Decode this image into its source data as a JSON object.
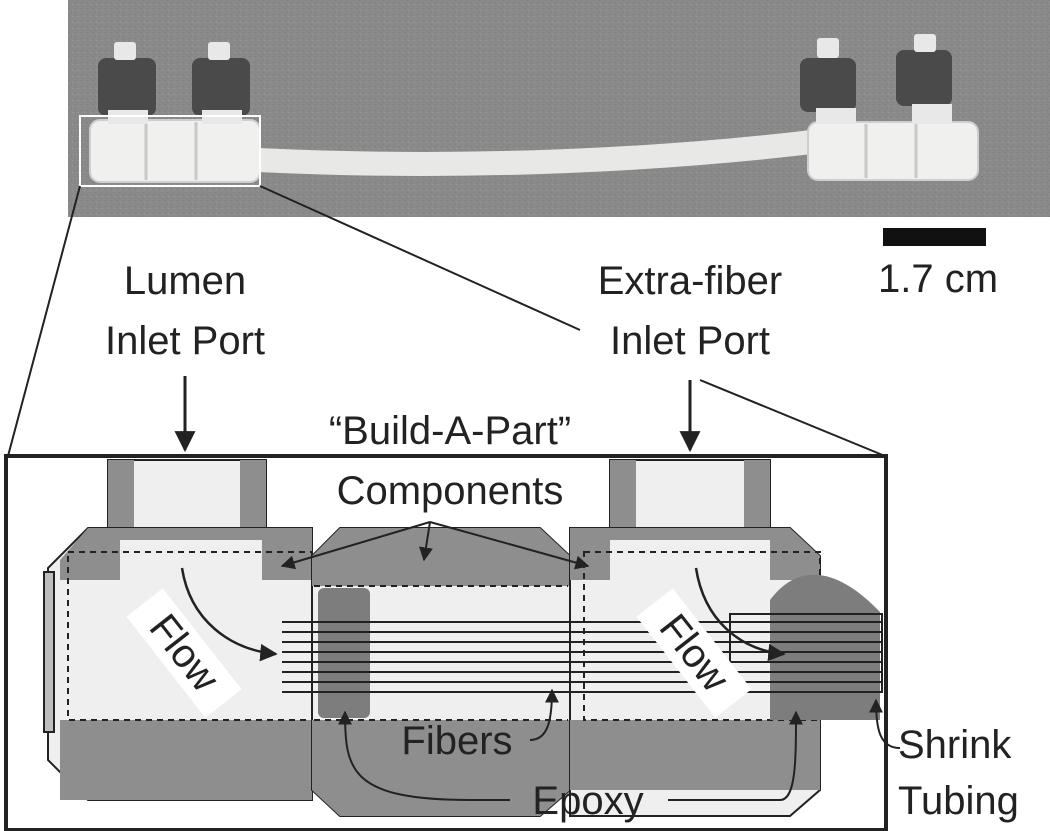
{
  "photo": {
    "scale_bar_label": "1.7 cm"
  },
  "labels": {
    "lumen_line1": "Lumen",
    "lumen_line2": "Inlet Port",
    "extra_line1": "Extra-fiber",
    "extra_line2": "Inlet Port",
    "bap_line1": "“Build-A-Part”",
    "bap_line2": "Components",
    "flow_left": "Flow",
    "flow_right": "Flow",
    "fibers": "Fibers",
    "epoxy": "Epoxy",
    "shrink_line1": "Shrink",
    "shrink_line2": "Tubing"
  },
  "colors": {
    "background": "#ffffff",
    "photo_background": "#8a8a8a",
    "fitting_white": "#f0f0ee",
    "knob_dark": "#4a4a4a",
    "part_fill": "#efefef",
    "part_dark": "#8e8e8e",
    "epoxy": "#7d7d7d",
    "line": "#222222"
  }
}
